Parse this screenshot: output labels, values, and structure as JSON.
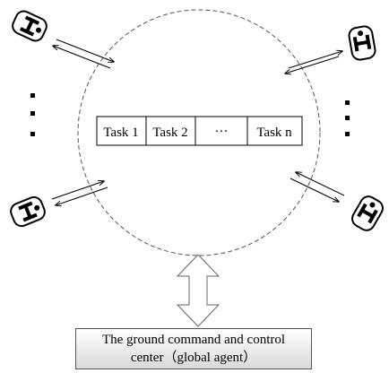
{
  "tasks": {
    "items": [
      "Task 1",
      "Task 2",
      "···",
      "Task n"
    ]
  },
  "control_center": {
    "line1": "The ground command and control",
    "line2": "center（global agent）"
  },
  "icons": {
    "robot": "robot-vehicle-icon",
    "link": "bidirectional-link-arrows",
    "connector": "double-headed-arrow",
    "more": "vertical-ellipsis"
  },
  "colors": {
    "stroke": "#000000",
    "circle": "#555555",
    "box_gradient_top": "#ffffff",
    "box_gradient_bottom": "#d9d9d9"
  }
}
